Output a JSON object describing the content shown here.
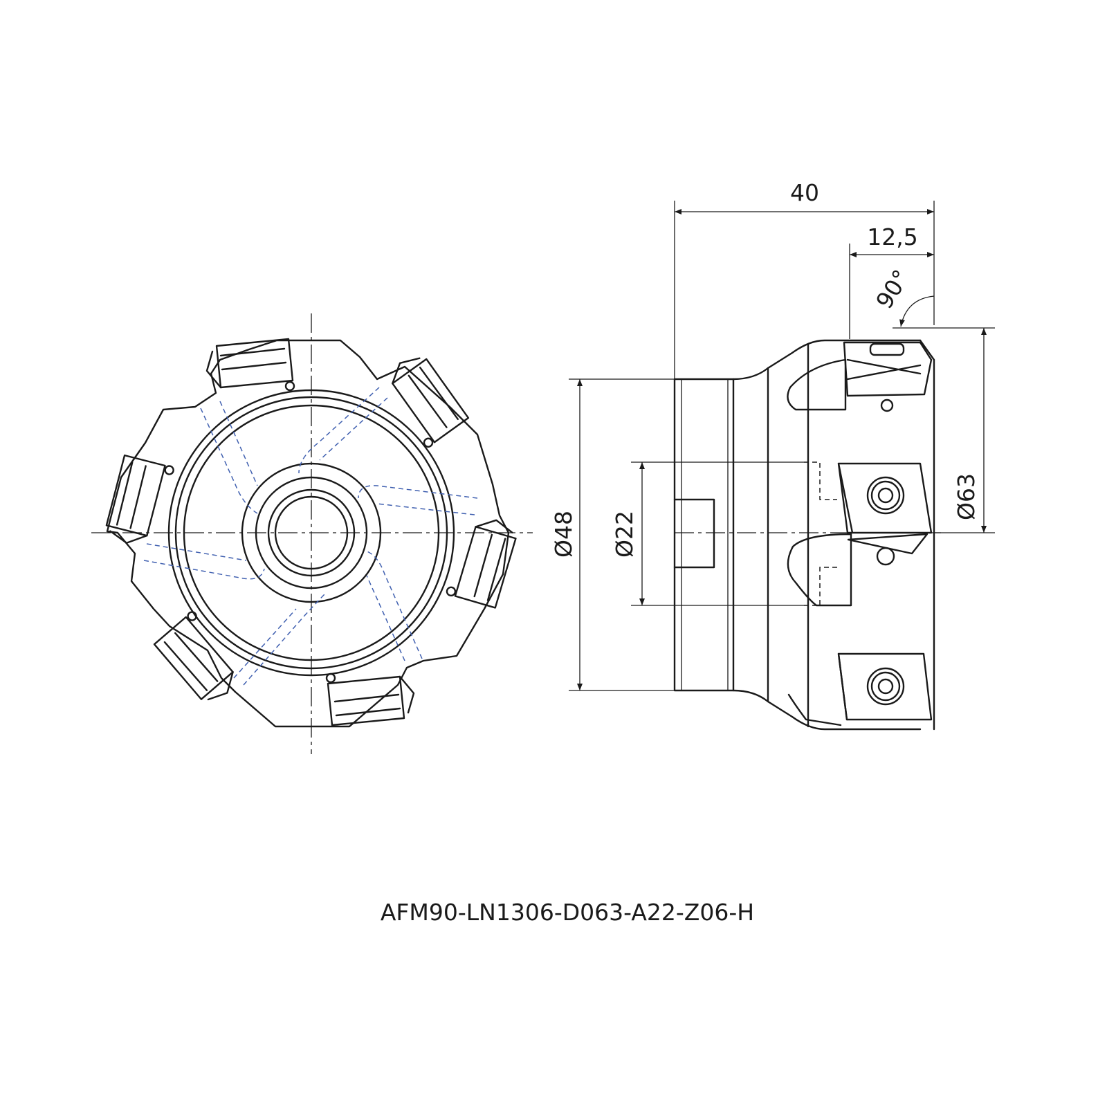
{
  "part_number": "AFM90-LN1306-D063-A22-Z06-H",
  "dimensions": {
    "length_total": "40",
    "insert_protrusion": "12,5",
    "angle": "90°",
    "dia_cutter": "Ø63",
    "dia_body": "Ø48",
    "dia_bore": "Ø22"
  },
  "colors": {
    "outline": "#1a1a1a",
    "hidden_lines": "#4060b0"
  }
}
